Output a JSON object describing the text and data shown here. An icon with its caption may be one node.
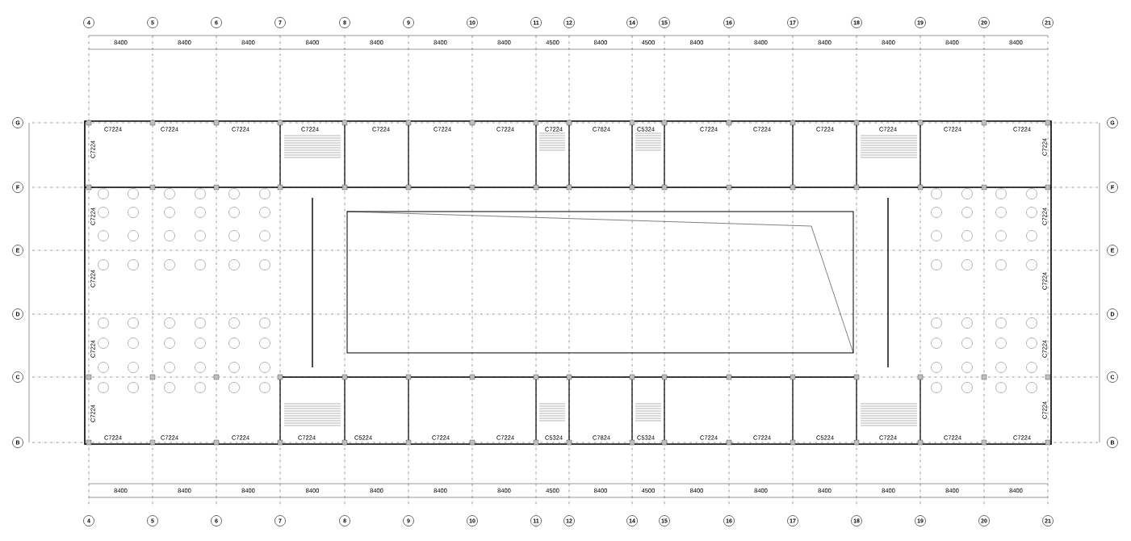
{
  "diagram": {
    "nodes": [
      {
        "text": [
          "4"
        ]
      },
      {
        "text": [
          "5"
        ]
      },
      {
        "text": [
          "6"
        ]
      },
      {
        "text": [
          "7"
        ]
      },
      {
        "text": [
          "8"
        ]
      },
      {
        "text": [
          "9"
        ]
      },
      {
        "text": [
          "10"
        ]
      },
      {
        "text": [
          "11"
        ]
      },
      {
        "text": [
          "12"
        ]
      },
      {
        "text": [
          "14"
        ]
      },
      {
        "text": [
          "15"
        ]
      },
      {
        "text": [
          "16"
        ]
      },
      {
        "text": [
          "17"
        ]
      },
      {
        "text": [
          "18"
        ]
      },
      {
        "text": [
          "19"
        ]
      },
      {
        "text": [
          "20"
        ]
      },
      {
        "text": [
          "21"
        ]
      },
      {
        "text": [
          "4"
        ]
      },
      {
        "text": [
          "5"
        ]
      },
      {
        "text": [
          "6"
        ]
      },
      {
        "text": [
          "7"
        ]
      },
      {
        "text": [
          "8"
        ]
      },
      {
        "text": [
          "9"
        ]
      },
      {
        "text": [
          "10"
        ]
      },
      {
        "text": [
          "11"
        ]
      },
      {
        "text": [
          "12"
        ]
      },
      {
        "text": [
          "14"
        ]
      },
      {
        "text": [
          "15"
        ]
      },
      {
        "text": [
          "16"
        ]
      },
      {
        "text": [
          "17"
        ]
      },
      {
        "text": [
          "18"
        ]
      },
      {
        "text": [
          "19"
        ]
      },
      {
        "text": [
          "20"
        ]
      },
      {
        "text": [
          "21"
        ]
      },
      {
        "text": [
          "G"
        ]
      },
      {
        "text": [
          "F"
        ]
      },
      {
        "text": [
          "E"
        ]
      },
      {
        "text": [
          "D"
        ]
      },
      {
        "text": [
          "C"
        ]
      },
      {
        "text": [
          "B"
        ]
      },
      {
        "text": [
          "G"
        ]
      },
      {
        "text": [
          "F"
        ]
      },
      {
        "text": [
          "E"
        ]
      },
      {
        "text": [
          "D"
        ]
      },
      {
        "text": [
          "C"
        ]
      },
      {
        "text": [
          "B"
        ]
      }
    ],
    "labels": [
      "8400",
      "8400",
      "8400",
      "8400",
      "8400",
      "8400",
      "8400",
      "4500",
      "8400",
      "4500",
      "8400",
      "8400",
      "8400",
      "8400",
      "8400",
      "8400",
      "C7224",
      "C7224",
      "C7224",
      "C7224",
      "C7224",
      "C7224",
      "C7224",
      "C7224",
      "C7824",
      "C5324",
      "C7224",
      "C7224",
      "C7224",
      "C7224",
      "C7224",
      "C7224",
      "C7224",
      "C7224",
      "C7224",
      "C7224",
      "C7224",
      "C7224",
      "C7224",
      "C7224",
      "C7224",
      "C7224",
      "C7224",
      "C7224",
      "C7224",
      "C7224",
      "C5224",
      "C7224",
      "C7224",
      "C5324",
      "C7824",
      "C5324",
      "C7224",
      "C7224",
      "C5224",
      "C7224",
      "C7224",
      "C7224",
      "8400",
      "8400",
      "8400",
      "8400",
      "8400",
      "8400",
      "8400",
      "4500",
      "8400",
      "4500",
      "8400",
      "8400",
      "8400",
      "8400",
      "8400",
      "8400"
    ]
  }
}
